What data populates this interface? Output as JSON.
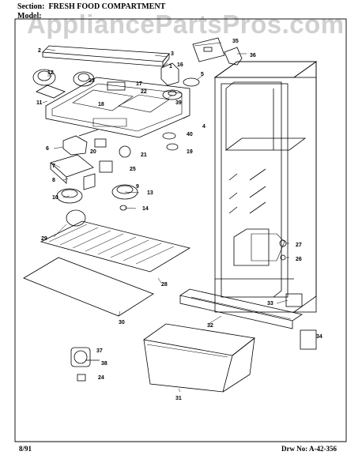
{
  "header": {
    "section_label": "Section:",
    "section_value": "FRESH FOOD COMPARTMENT",
    "model_label": "Model:"
  },
  "watermark": "AppliancePartsPros.com",
  "footer": {
    "date": "8/91",
    "drawing_number": "Drw No: A-42-356"
  },
  "callouts": [
    "1",
    "2",
    "3",
    "4",
    "5",
    "6",
    "7",
    "8",
    "9",
    "10",
    "11",
    "12",
    "13",
    "14",
    "16",
    "17",
    "18",
    "19",
    "20",
    "21",
    "22",
    "23",
    "24",
    "25",
    "26",
    "27",
    "28",
    "29",
    "30",
    "31",
    "32",
    "33",
    "34",
    "35",
    "36",
    "37",
    "38",
    "39",
    "40"
  ],
  "colors": {
    "line": "#000000",
    "watermark": "#969696",
    "background": "#ffffff"
  }
}
